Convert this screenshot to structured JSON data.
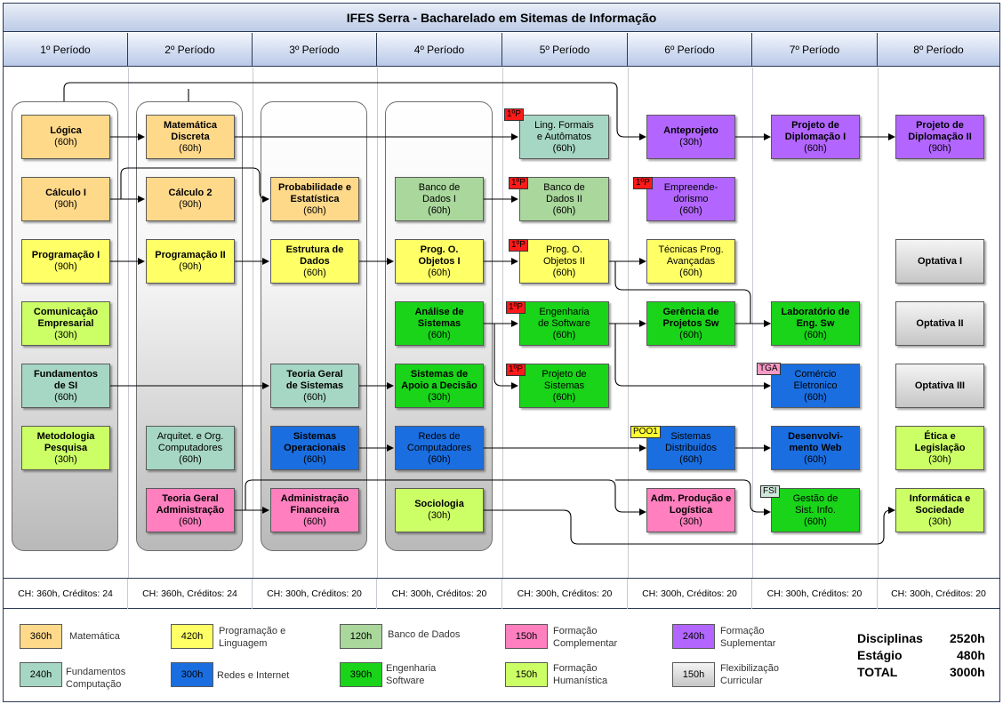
{
  "title": "IFES Serra - Bacharelado em Sitemas de Informação",
  "periods": [
    "1º Período",
    "2º Período",
    "3º Período",
    "4º Período",
    "5º Período",
    "6º Período",
    "7º Período",
    "8º Período"
  ],
  "colors": {
    "matematica": "#ffd98a",
    "programacao": "#ffff66",
    "banco": "#a9d79c",
    "complementar": "#ff7fbf",
    "suplementar": "#b266ff",
    "computacao": "#a6d6c4",
    "redes": "#1a6ee0",
    "software": "#19d419",
    "humanistica": "#ccff66",
    "flexibilizacao": "#cfcfcf"
  },
  "courses": {
    "logica": {
      "name": "Lógica",
      "hours": "(60h)"
    },
    "calculo1": {
      "name": "Cálculo I",
      "hours": "(90h)"
    },
    "prog1": {
      "name": "Programação I",
      "hours": "(90h)"
    },
    "comunicacao": {
      "name": "Comunicação\nEmpresarial",
      "hours": "(30h)"
    },
    "fundamentos": {
      "name": "Fundamentos\nde SI",
      "hours": "(60h)"
    },
    "metodologia": {
      "name": "Metodologia\nPesquisa",
      "hours": "(30h)"
    },
    "matdiscreta": {
      "name": "Matemática\nDiscreta",
      "hours": "(60h)"
    },
    "calculo2": {
      "name": "Cálculo 2",
      "hours": "(90h)"
    },
    "prog2": {
      "name": "Programação II",
      "hours": "(90h)"
    },
    "arquitet": {
      "name": "Arquitet. e Org.\nComputadores",
      "hours": "(60h)"
    },
    "tga": {
      "name": "Teoria Geral\nAdministração",
      "hours": "(60h)"
    },
    "probest": {
      "name": "Probabilidade e\nEstatística",
      "hours": "(60h)"
    },
    "estdados": {
      "name": "Estrutura de\nDados",
      "hours": "(60h)"
    },
    "tgs": {
      "name": "Teoria Geral\nde Sistemas",
      "hours": "(60h)"
    },
    "so": {
      "name": "Sistemas\nOperacionais",
      "hours": "(60h)"
    },
    "admfin": {
      "name": "Administração\nFinanceira",
      "hours": "(60h)"
    },
    "bd1": {
      "name": "Banco de\nDados I",
      "hours": "(60h)"
    },
    "poo1": {
      "name": "Prog. O.\nObjetos I",
      "hours": "(60h)"
    },
    "analise": {
      "name": "Análise de\nSistemas",
      "hours": "(60h)"
    },
    "sad": {
      "name": "Sistemas de\nApoio a Decisão",
      "hours": "(30h)"
    },
    "redes": {
      "name": "Redes de\nComputadores",
      "hours": "(60h)"
    },
    "sociologia": {
      "name": "Sociologia",
      "hours": "(30h)"
    },
    "lingformais": {
      "name": "Ling. Formais\ne Autômatos",
      "hours": "(60h)"
    },
    "bd2": {
      "name": "Banco de\nDados II",
      "hours": "(60h)"
    },
    "poo2": {
      "name": "Prog. O.\nObjetos II",
      "hours": "(60h)"
    },
    "engsw": {
      "name": "Engenharia\nde Software",
      "hours": "(60h)"
    },
    "projsist": {
      "name": "Projeto de\nSistemas",
      "hours": "(60h)"
    },
    "anteprojeto": {
      "name": "Anteprojeto",
      "hours": "(30h)"
    },
    "empreend": {
      "name": "Empreende-\ndorismo",
      "hours": "(60h)"
    },
    "tecprog": {
      "name": "Técnicas Prog.\nAvançadas",
      "hours": "(60h)"
    },
    "gerproj": {
      "name": "Gerência de\nProjetos Sw",
      "hours": "(60h)"
    },
    "sistdist": {
      "name": "Sistemas\nDistribuídos",
      "hours": "(60h)"
    },
    "admprod": {
      "name": "Adm. Produção e\nLogística",
      "hours": "(30h)"
    },
    "projdip1": {
      "name": "Projeto de\nDiplomação I",
      "hours": "(60h)"
    },
    "labeng": {
      "name": "Laboratório de\nEng. Sw",
      "hours": "(60h)"
    },
    "comercio": {
      "name": "Comércio\nEletronico",
      "hours": "(60h)"
    },
    "devweb": {
      "name": "Desenvolvi-\nmento Web",
      "hours": "(60h)"
    },
    "gestao": {
      "name": "Gestão de\nSist. Info.",
      "hours": "(60h)"
    },
    "projdip2": {
      "name": "Projeto de\nDiplomação II",
      "hours": "(90h)"
    },
    "opt1": {
      "name": "Optativa I",
      "hours": ""
    },
    "opt2": {
      "name": "Optativa II",
      "hours": ""
    },
    "opt3": {
      "name": "Optativa III",
      "hours": ""
    },
    "etica": {
      "name": "Ética e\nLegislação",
      "hours": "(30h)"
    },
    "infosoc": {
      "name": "Informática e\nSociedade",
      "hours": "(30h)"
    }
  },
  "tags": {
    "p1": "1ºP",
    "tga": "TGA",
    "poo1": "POO1",
    "fsi": "FSI"
  },
  "ch_row": [
    "CH: 360h, Créditos: 24",
    "CH: 360h, Créditos: 24",
    "CH: 300h, Créditos: 20",
    "CH: 300h, Créditos: 20",
    "CH: 300h, Créditos: 20",
    "CH: 300h, Créditos: 20",
    "CH: 300h, Créditos: 20",
    "CH: 300h, Créditos: 20"
  ],
  "legend": [
    {
      "hours": "360h",
      "label": "Matemática",
      "color": "#ffd98a"
    },
    {
      "hours": "420h",
      "label": "Programação e\nLinguagem",
      "color": "#ffff66"
    },
    {
      "hours": "120h",
      "label": "Banco de Dados",
      "color": "#a9d79c"
    },
    {
      "hours": "150h",
      "label": "Formação\nComplementar",
      "color": "#ff7fbf"
    },
    {
      "hours": "240h",
      "label": "Formação\nSuplementar",
      "color": "#b266ff"
    },
    {
      "hours": "240h",
      "label": "Fundamentos\nComputação",
      "color": "#a6d6c4"
    },
    {
      "hours": "300h",
      "label": "Redes e Internet",
      "color": "#1a6ee0"
    },
    {
      "hours": "390h",
      "label": "Engenharia\nSoftware",
      "color": "#19d419"
    },
    {
      "hours": "150h",
      "label": "Formação\nHumanística",
      "color": "#ccff66"
    },
    {
      "hours": "150h",
      "label": "Flexibilização\nCurricular",
      "color": "#cfcfcf"
    }
  ],
  "totals": [
    {
      "label": "Disciplinas",
      "value": "2520h"
    },
    {
      "label": "Estágio",
      "value": "480h"
    },
    {
      "label": "TOTAL",
      "value": "3000h"
    }
  ]
}
